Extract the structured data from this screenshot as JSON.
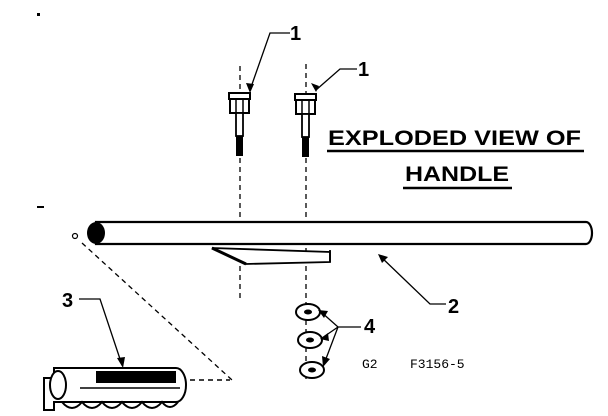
{
  "title": {
    "line1": "EXPLODED VIEW OF",
    "line2": "HANDLE"
  },
  "callouts": {
    "bolt_left": "1",
    "bolt_right": "1",
    "handle_tube": "2",
    "grip": "3",
    "washers": "4"
  },
  "drawing_code": {
    "part1": "G2",
    "part2": "F3156-5"
  },
  "colors": {
    "ink": "#000000",
    "paper": "#ffffff"
  }
}
